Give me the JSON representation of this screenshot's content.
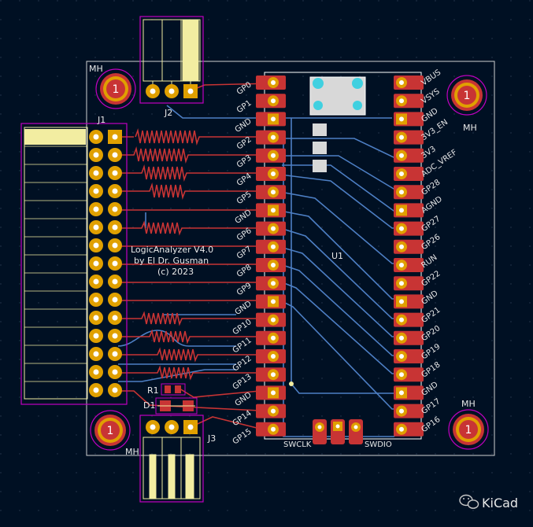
{
  "colors": {
    "background": "#001023",
    "grid": "#2a3a52",
    "board_edge": "#d0d0d0",
    "copper_front": "#c83434",
    "copper_back": "#4d7fc4",
    "pad": "#e0a000",
    "pad_hole": "#ffffff",
    "courtyard": "#c000c0",
    "silkscreen": "#f2eda1",
    "silk_text": "#e8e8e8",
    "fab_white": "#ffffff",
    "cyan_pad": "#40d0e0"
  },
  "board": {
    "title_lines": [
      "LogicAnalyzer V4.0",
      "by El Dr. Gusman",
      "(c) 2023"
    ],
    "u1_label": "U1",
    "j1_label": "J1",
    "j2_label": "J2",
    "j3_label": "J3",
    "r1_label": "R1",
    "d1_label": "D1",
    "mh_label": "MH",
    "mh_hole_label": "1",
    "left_pins": [
      "GP0",
      "GP1",
      "GND",
      "GP2",
      "GP3",
      "GP4",
      "GP5",
      "GND",
      "GP6",
      "GP7",
      "GP8",
      "GP9",
      "GND",
      "GP10",
      "GP11",
      "GP12",
      "GP13",
      "GND",
      "GP14",
      "GP15"
    ],
    "right_pins": [
      "VBUS",
      "VSYS",
      "GND",
      "3V3_EN",
      "3V3",
      "ADC_VREF",
      "GP28",
      "AGND",
      "GP27",
      "GP26",
      "RUN",
      "GP22",
      "GND",
      "GP21",
      "GP20",
      "GP19",
      "GP18",
      "GND",
      "GP17",
      "GP16"
    ],
    "swclk_label": "SWCLK",
    "swdio_label": "SWDIO"
  },
  "watermark": {
    "icon": "wechat-icon",
    "text": "KiCad"
  }
}
